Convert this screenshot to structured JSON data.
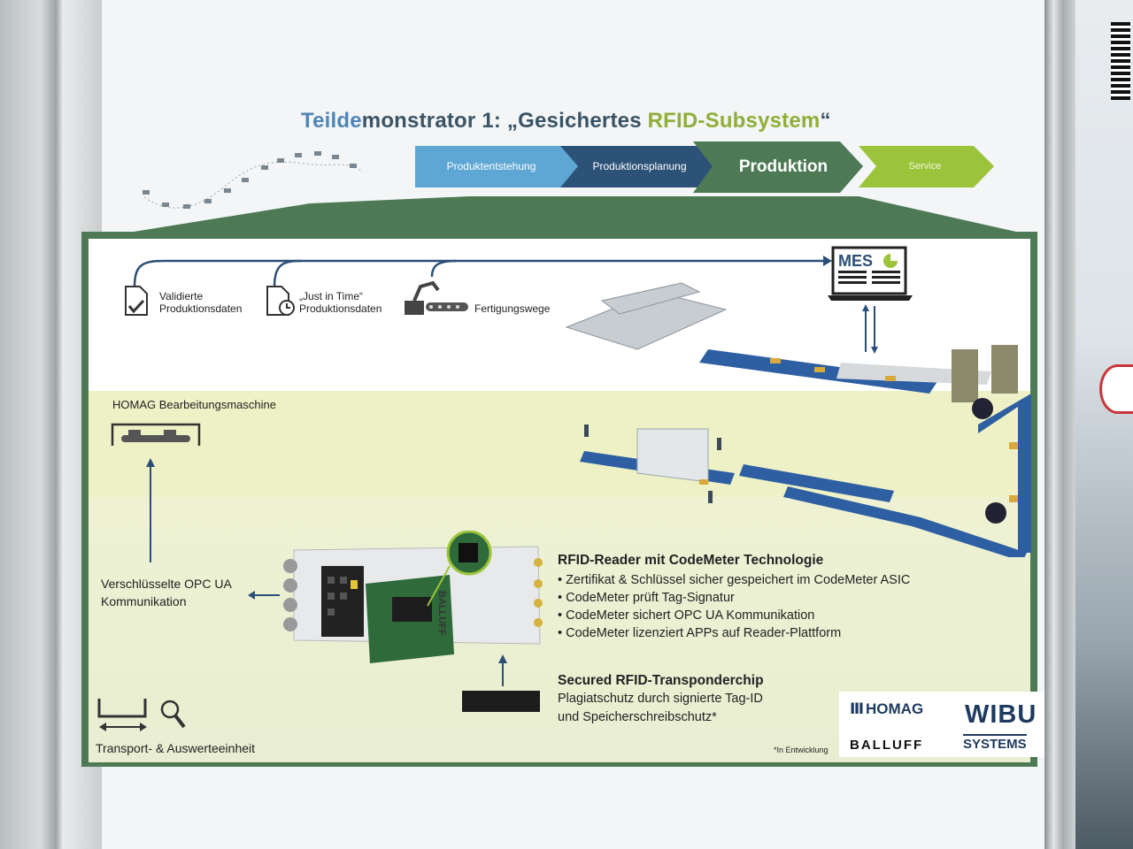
{
  "poster": {
    "title_part1": "Teilde",
    "title_part2": "monstrator 1: „Gesichertes ",
    "title_part3": "RFID-Subsystem",
    "title_part4": "“",
    "chevrons": [
      {
        "label": "Produktentstehung",
        "color": "#5ea6d4"
      },
      {
        "label": "Produktionsplanung",
        "color": "#2d5277"
      },
      {
        "label": "Produktion",
        "color": "#4d7a55"
      },
      {
        "label": "Service",
        "color": "#9cc43a"
      }
    ],
    "flow": {
      "validated_label": "Validierte\nProduktionsdaten",
      "jit_label": "„Just in Time“\nProduktionsdaten",
      "routes_label": "Fertigungswege",
      "mes_label": "MES"
    },
    "machine_label": "HOMAG Bearbeitungsmaschine",
    "opcua_label_1": "Verschlüsselte OPC UA",
    "opcua_label_2": "Kommunikation",
    "reader": {
      "heading": "RFID-Reader mit CodeMeter Technologie",
      "bullets": [
        "• Zertifikat & Schlüssel sicher gespeichert im CodeMeter ASIC",
        "• CodeMeter prüft Tag-Signatur",
        "• CodeMeter sichert OPC UA Kommunikation",
        "• CodeMeter lizenziert APPs auf Reader-Plattform"
      ],
      "device_brand": "BALLUFF"
    },
    "transponder": {
      "heading": "Secured RFID-Transponderchip",
      "line1": "Plagiatschutz durch signierte Tag-ID",
      "line2": "und Speicherschreibschutz*"
    },
    "transport_label": "Transport- & Auswerteeinheit",
    "footnote": "*In Entwicklung",
    "logos": {
      "homag": "HOMAG",
      "balluff": "BALLUFF",
      "wibu": "WIBU",
      "systems": "SYSTEMS"
    }
  },
  "colors": {
    "frame_green": "#4d7a55",
    "line_blue": "#2b4f78",
    "band_yellow": "#eef1c6"
  }
}
